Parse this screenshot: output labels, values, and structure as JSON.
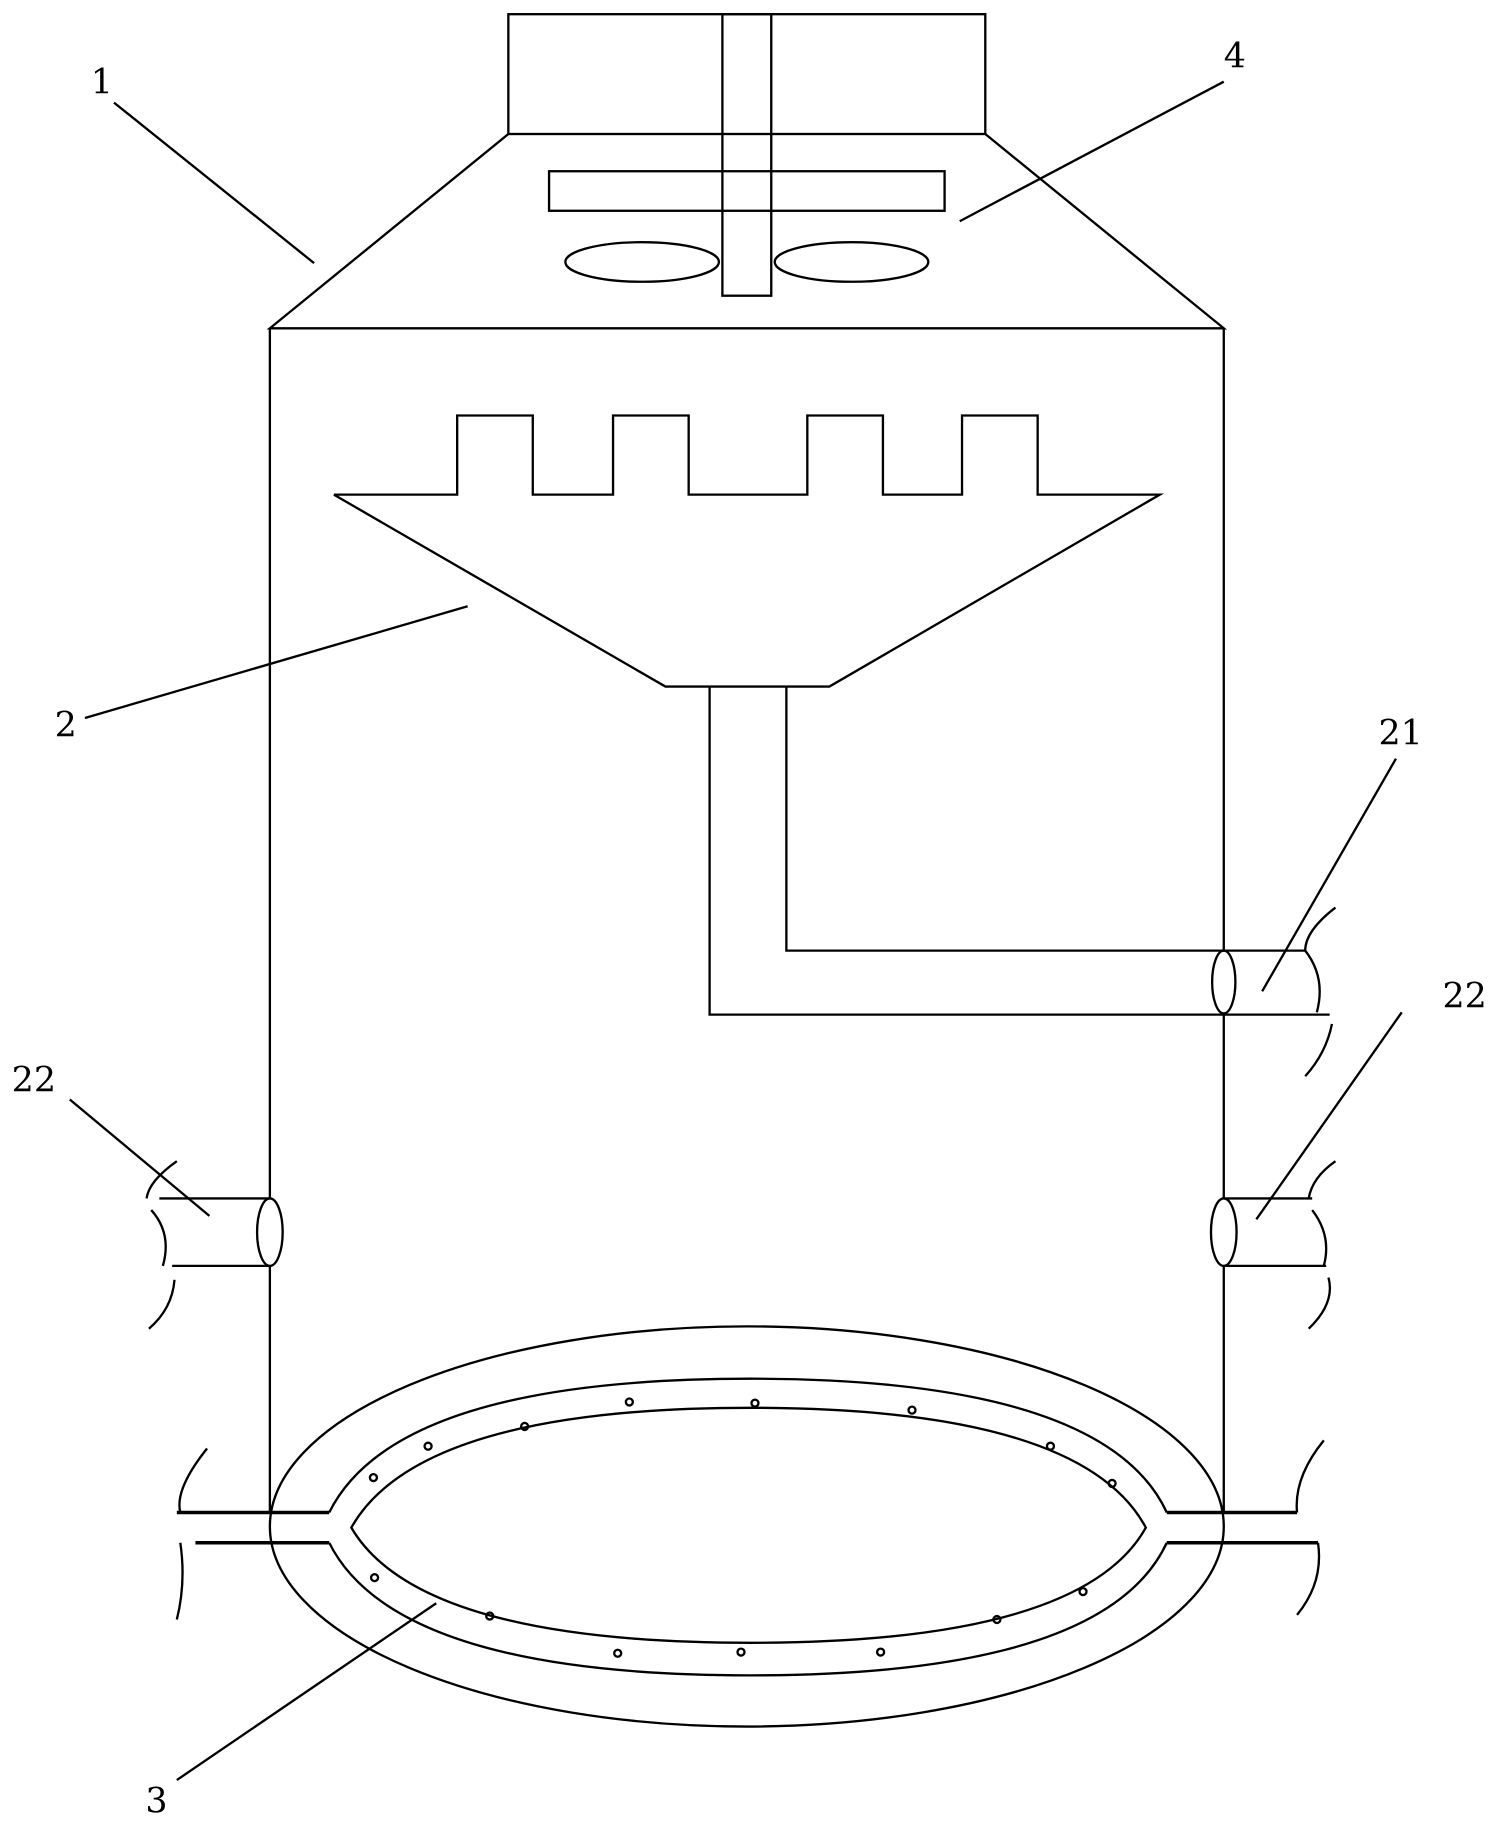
{
  "labels": {
    "housing": "1",
    "top_unit": "4",
    "funnel": "2",
    "outlet_pipe": "21",
    "side_pipe_left": "22",
    "side_pipe_right": "22",
    "ring_pipe": "3"
  },
  "colors": {
    "line": "#000000",
    "background": "#ffffff"
  }
}
